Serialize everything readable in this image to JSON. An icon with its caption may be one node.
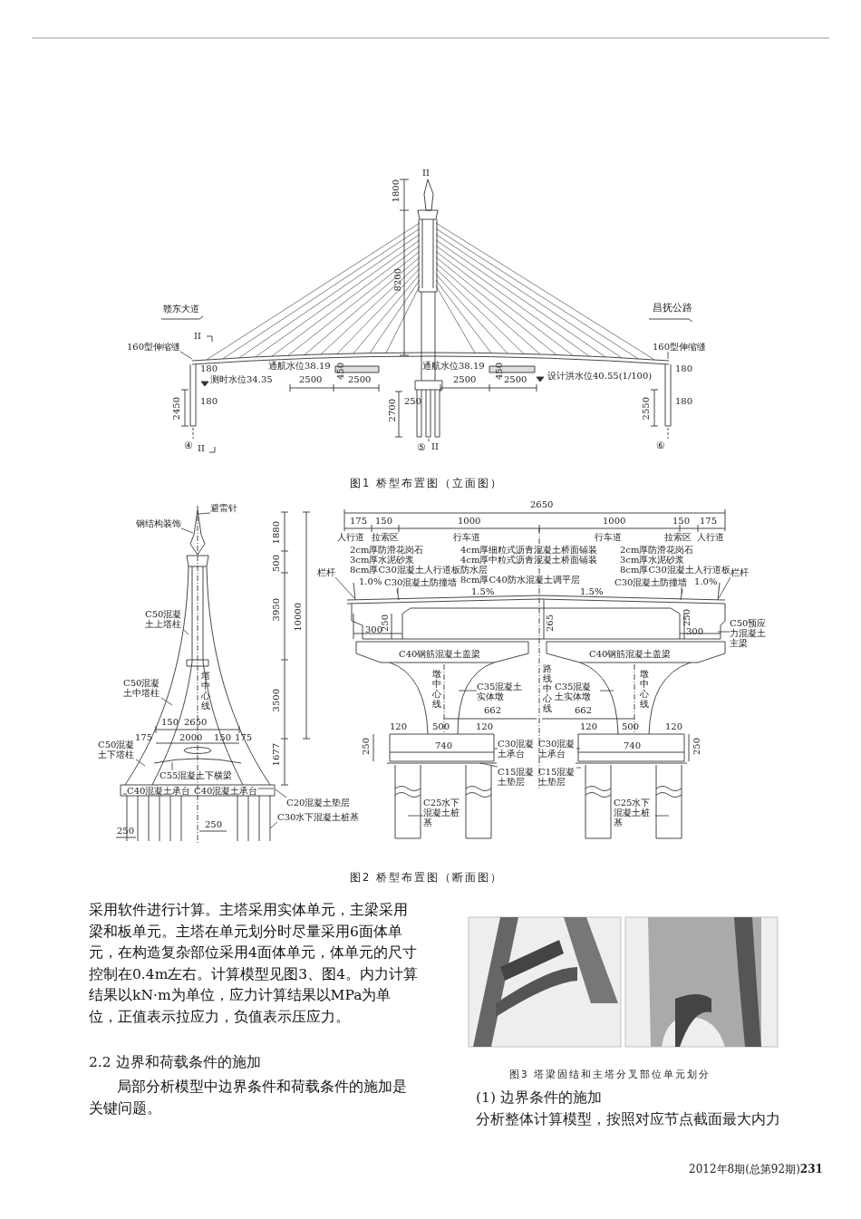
{
  "diagram": {
    "nodes": [
      {
        "text": [
          "160型伸缩缝"
        ]
      },
      {
        "text": [
          "160型伸缩缝"
        ]
      },
      {
        "text": [
          "避雷针"
        ]
      },
      {
        "text": [
          "钢结构装饰"
        ]
      },
      {
        "text": [
          "C50混凝土上塔柱"
        ]
      },
      {
        "text": [
          "C50混凝土中塔柱"
        ]
      },
      {
        "text": [
          "C50混凝土下塔柱"
        ]
      },
      {
        "text": [
          "C55混凝土下横梁"
        ]
      },
      {
        "text": [
          "C40混凝土承台"
        ]
      },
      {
        "text": [
          "C40混凝土承台"
        ]
      },
      {
        "text": [
          "C20混凝土垫层"
        ]
      },
      {
        "text": [
          "C30水下混凝土桩基"
        ]
      },
      {
        "text": [
          "栏杆"
        ]
      },
      {
        "text": [
          "C30混凝土防撞墙"
        ]
      },
      {
        "text": [
          "C30混凝土防撞墙"
        ]
      },
      {
        "text": [
          "栏杆"
        ]
      },
      {
        "text": [
          "C50预应力混凝土主梁"
        ]
      },
      {
        "text": [
          "C35混凝土实体墩"
        ]
      },
      {
        "text": [
          "C35混凝土实体墩"
        ]
      },
      {
        "text": [
          "C30混凝土承台"
        ]
      },
      {
        "text": [
          "C30混凝土承台"
        ]
      },
      {
        "text": [
          "C15混凝土垫层"
        ]
      },
      {
        "text": [
          "C15混凝土垫层"
        ]
      },
      {
        "text": [
          "C25水下混凝土桩基"
        ]
      },
      {
        "text": [
          "C25水下混凝土桩基"
        ]
      }
    ],
    "edges": [
      {
        "from": 0,
        "to": null,
        "arrow": "none"
      },
      {
        "from": 1,
        "to": null,
        "arrow": "none"
      },
      {
        "from": 2,
        "to": null,
        "arrow": "none"
      },
      {
        "from": 3,
        "to": null,
        "arrow": "none"
      },
      {
        "from": 4,
        "to": null,
        "arrow": "none"
      },
      {
        "from": 5,
        "to": null,
        "arrow": "none"
      },
      {
        "from": 6,
        "to": null,
        "arrow": "none"
      },
      {
        "from": 7,
        "to": null,
        "arrow": "none"
      },
      {
        "from": 8,
        "to": null,
        "arrow": "none"
      },
      {
        "from": 9,
        "to": null,
        "arrow": "none"
      },
      {
        "from": 10,
        "to": null,
        "arrow": "none"
      },
      {
        "from": 11,
        "to": null,
        "arrow": "none"
      },
      {
        "from": 12,
        "to": null,
        "arrow": "none"
      },
      {
        "from": 13,
        "to": null,
        "arrow": "none"
      },
      {
        "from": 14,
        "to": null,
        "arrow": "none"
      },
      {
        "from": 15,
        "to": null,
        "arrow": "none"
      },
      {
        "from": 16,
        "to": null,
        "arrow": "none"
      },
      {
        "from": 17,
        "to": null,
        "arrow": "none"
      },
      {
        "from": 18,
        "to": null,
        "arrow": "none"
      },
      {
        "from": 19,
        "to": null,
        "arrow": "none"
      },
      {
        "from": 20,
        "to": null,
        "arrow": "none"
      },
      {
        "from": 21,
        "to": null,
        "arrow": "none"
      },
      {
        "from": 22,
        "to": null,
        "arrow": "none"
      },
      {
        "from": 23,
        "to": null,
        "arrow": "none"
      },
      {
        "from": 24,
        "to": null,
        "arrow": "none"
      }
    ],
    "labels": [
      "II",
      "1800",
      "8200",
      "赣东大道",
      "昌抚公路",
      "II",
      "180",
      "通航水位38.19",
      "450",
      "通航水位38.19",
      "450",
      "180",
      "测时水位34.35",
      "2500",
      "2500",
      "2500",
      "2500",
      "设计洪水位40.55(1/100)",
      "2450",
      "180",
      "2700",
      "250",
      "2550",
      "180",
      "④",
      "II",
      "⑤",
      "II",
      "⑥",
      "图1 桥型布置图（立面图）",
      "2650",
      "1880",
      "175",
      "150",
      "1000",
      "1000",
      "150",
      "175",
      "人行道",
      "拉索区",
      "行车道",
      "行车道",
      "拉索区",
      "人行道",
      "2cm厚防滑花岗石",
      "4cm厚细粒式沥青混凝土桥面铺装",
      "2cm厚防滑花岗石",
      "500",
      "3cm厚水泥砂浆",
      "4cm厚中粒式沥青混凝土桥面铺装",
      "3cm厚水泥砂浆",
      "8cm厚C30混凝土人行道板",
      "防水层",
      "8cm厚C30混凝土人行道板",
      "1.0%",
      "8cm厚C40防水混凝土调平层",
      "1.0%",
      "1.5%",
      "1.5%",
      "3950",
      "10000",
      "250",
      "265",
      "250",
      "300",
      "300",
      "C40钢筋混凝土盖梁",
      "C40钢筋混凝土盖梁",
      "塔中心线",
      "3500",
      "墩中心线",
      "路线中心线",
      "墩中心线",
      "662",
      "662",
      "150",
      "2650",
      "120",
      "500",
      "120",
      "120",
      "500",
      "120",
      "175",
      "2000",
      "150",
      "175",
      "1677",
      "250",
      "740",
      "740",
      "250",
      "250",
      "250",
      "图2 桥型布置图（断面图）",
      "图3 塔梁固结和主塔分叉部位单元划分",
      "采用软件进行计算。主塔采用实体单元，主梁采用梁和板单元。主塔在单元划分时尽量采用6面体单元，在构造复杂部位采用4面体单元，体单元的尺寸控制在0.4m左右。计算模型见图3、图4。内力计算结果以kN·m为单位，应力计算结果以MPa为单位，正值表示拉应力，负值表示压应力。",
      "2.2 边界和荷载条件的施加",
      "局部分析模型中边界条件和荷载条件的施加是关键问题。",
      "(1) 边界条件的施加",
      "分析整体计算模型，按照对应节点截面最大内力",
      "2012年8期(总第92期)**231**"
    ]
  }
}
